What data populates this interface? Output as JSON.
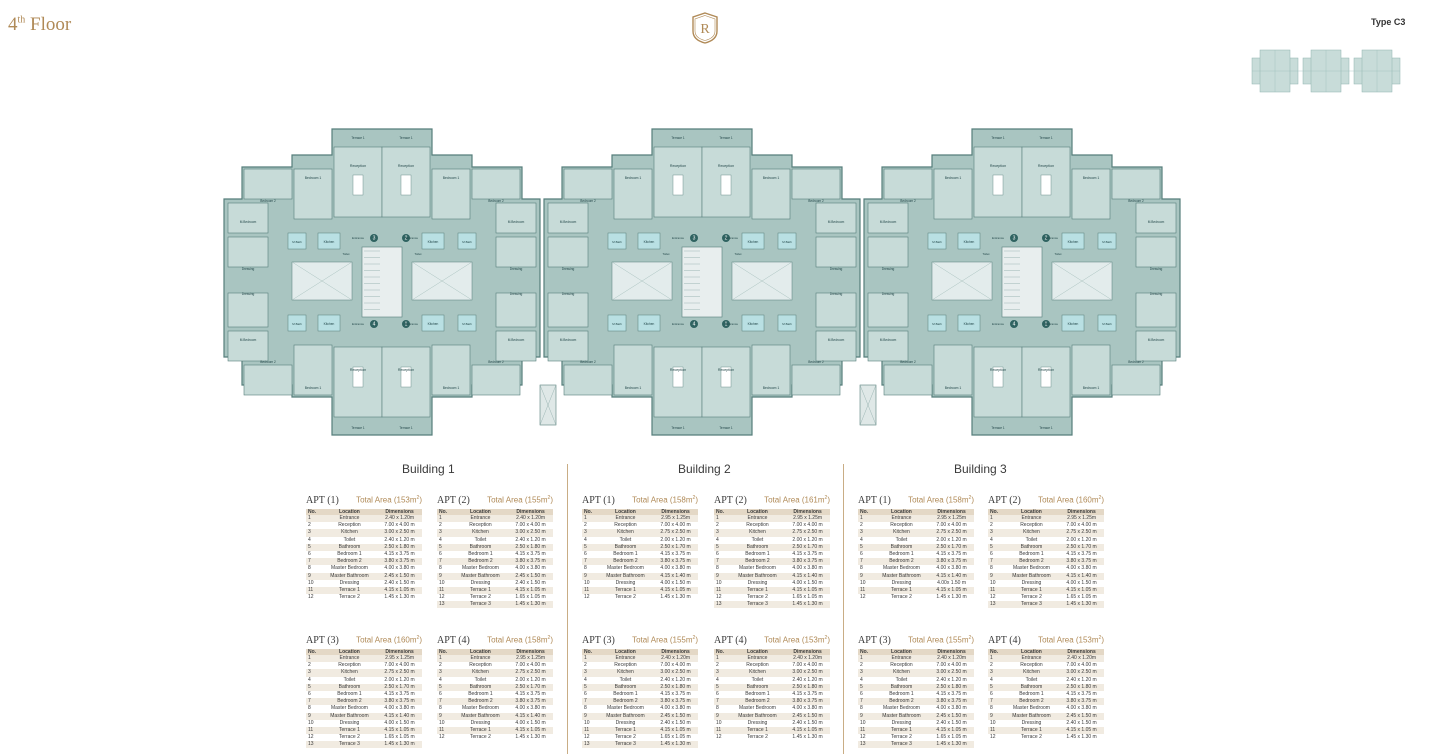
{
  "header": {
    "floor": "4",
    "floor_suffix": "th",
    "floor_word": "Floor",
    "logo_letter": "R",
    "type": "Type C3"
  },
  "buildings": [
    "Building 1",
    "Building 2",
    "Building 3"
  ],
  "plan": {
    "terrace1": "Terrace 1",
    "terrace2": "Terrace 2",
    "terrace3": "Terrace 3",
    "reception": "Reception",
    "bedroom1": "Bedroom 1",
    "bedroom2": "Bedroom 2",
    "mbed": "M.Bedroom",
    "kitchen": "Kitchen",
    "entrance": "Entrance",
    "toilet": "Toilet",
    "bathroom": "Bathroom",
    "mbath": "M.Bath",
    "dressing": "Dressing",
    "unit_numbers": [
      "1",
      "2",
      "3",
      "4"
    ]
  },
  "table_headers": {
    "no": "No.",
    "location": "Location",
    "dimensions": "Dimensions"
  },
  "apartments": [
    {
      "name": "APT (1)",
      "area": "Total Area (153m",
      "sup": "2",
      "close": ")",
      "rows": [
        [
          "1",
          "Entrance",
          "2.40 x 1.20m"
        ],
        [
          "2",
          "Reception",
          "7.00 x 4.00 m"
        ],
        [
          "3",
          "Kitchen",
          "3.00 x 2.50 m"
        ],
        [
          "4",
          "Toilet",
          "2.40 x 1.20 m"
        ],
        [
          "5",
          "Bathroom",
          "2.50 x 1.80 m"
        ],
        [
          "6",
          "Bedroom 1",
          "4.15 x 3.75 m"
        ],
        [
          "7",
          "Bedroom 2",
          "3.80 x 3.75 m"
        ],
        [
          "8",
          "Master Bedroom",
          "4.00 x 3.80 m"
        ],
        [
          "9",
          "Master Bathroom",
          "2.45 x 1.50 m"
        ],
        [
          "10",
          "Dressing",
          "2.40 x 1.50 m"
        ],
        [
          "11",
          "Terrace 1",
          "4.15 x 1.05 m"
        ],
        [
          "12",
          "Terrace 2",
          "1.45 x 1.30 m"
        ]
      ]
    },
    {
      "name": "APT (2)",
      "area": "Total Area (155m",
      "sup": "2",
      "close": ")",
      "rows": [
        [
          "1",
          "Entrance",
          "2.40 x 1.20m"
        ],
        [
          "2",
          "Reception",
          "7.00 x 4.00 m"
        ],
        [
          "3",
          "Kitchen",
          "3.00 x 2.50 m"
        ],
        [
          "4",
          "Toilet",
          "2.40 x 1.20 m"
        ],
        [
          "5",
          "Bathroom",
          "2.50 x 1.80 m"
        ],
        [
          "6",
          "Bedroom 1",
          "4.15 x 3.75 m"
        ],
        [
          "7",
          "Bedroom 2",
          "3.80 x 3.75 m"
        ],
        [
          "8",
          "Master Bedroom",
          "4.00 x 3.80 m"
        ],
        [
          "9",
          "Master Bathroom",
          "2.45 x 1.50 m"
        ],
        [
          "10",
          "Dressing",
          "2.40 x 1.50 m"
        ],
        [
          "11",
          "Terrace 1",
          "4.15 x 1.05 m"
        ],
        [
          "12",
          "Terrace 2",
          "1.65 x 1.05 m"
        ],
        [
          "13",
          "Terrace 3",
          "1.45 x 1.30 m"
        ]
      ]
    },
    {
      "name": "APT (1)",
      "area": "Total Area (158m",
      "sup": "2",
      "close": ")",
      "rows": [
        [
          "1",
          "Entrance",
          "2.95 x 1.25m"
        ],
        [
          "2",
          "Reception",
          "7.00 x 4.00 m"
        ],
        [
          "3",
          "Kitchen",
          "2.75 x 2.50 m"
        ],
        [
          "4",
          "Toilet",
          "2.00 x 1.20 m"
        ],
        [
          "5",
          "Bathroom",
          "2.50 x 1.70 m"
        ],
        [
          "6",
          "Bedroom 1",
          "4.15 x 3.75 m"
        ],
        [
          "7",
          "Bedroom 2",
          "3.80 x 3.75 m"
        ],
        [
          "8",
          "Master Bedroom",
          "4.00 x 3.80 m"
        ],
        [
          "9",
          "Master Bathroom",
          "4.15 x 1.40 m"
        ],
        [
          "10",
          "Dressing",
          "4.00 x 1.50 m"
        ],
        [
          "11",
          "Terrace 1",
          "4.15 x 1.05 m"
        ],
        [
          "12",
          "Terrace 2",
          "1.45 x 1.30 m"
        ]
      ]
    },
    {
      "name": "APT (2)",
      "area": "Total Area (161m",
      "sup": "2",
      "close": ")",
      "rows": [
        [
          "1",
          "Entrance",
          "2.95 x 1.25m"
        ],
        [
          "2",
          "Reception",
          "7.00 x 4.00 m"
        ],
        [
          "3",
          "Kitchen",
          "2.75 x 2.50 m"
        ],
        [
          "4",
          "Toilet",
          "2.00 x 1.20 m"
        ],
        [
          "5",
          "Bathroom",
          "2.50 x 1.70 m"
        ],
        [
          "6",
          "Bedroom 1",
          "4.15 x 3.75 m"
        ],
        [
          "7",
          "Bedroom 2",
          "3.80 x 3.75 m"
        ],
        [
          "8",
          "Master Bedroom",
          "4.00 x 3.80 m"
        ],
        [
          "9",
          "Master Bathroom",
          "4.15 x 1.40 m"
        ],
        [
          "10",
          "Dressing",
          "4.00 x 1.50 m"
        ],
        [
          "11",
          "Terrace 1",
          "4.15 x 1.05 m"
        ],
        [
          "12",
          "Terrace 2",
          "1.65 x 1.05 m"
        ],
        [
          "13",
          "Terrace 3",
          "1.45 x 1.30 m"
        ]
      ]
    },
    {
      "name": "APT (1)",
      "area": "Total Area (158m",
      "sup": "2",
      "close": ")",
      "rows": [
        [
          "1",
          "Entrance",
          "2.95 x 1.25m"
        ],
        [
          "2",
          "Reception",
          "7.00 x 4.00 m"
        ],
        [
          "3",
          "Kitchen",
          "2.75 x 2.50 m"
        ],
        [
          "4",
          "Toilet",
          "2.00 x 1.20 m"
        ],
        [
          "5",
          "Bathroom",
          "2.50 x 1.70 m"
        ],
        [
          "6",
          "Bedroom 1",
          "4.15 x 3.75 m"
        ],
        [
          "7",
          "Bedroom 2",
          "3.80 x 3.75 m"
        ],
        [
          "8",
          "Master Bedroom",
          "4.00 x 3.80 m"
        ],
        [
          "9",
          "Master Bathroom",
          "4.15 x 1.40 m"
        ],
        [
          "10",
          "Dressing",
          "4.00x 1.50 m"
        ],
        [
          "11",
          "Terrace 1",
          "4.15 x 1.05 m"
        ],
        [
          "12",
          "Terrace 2",
          "1.45 x 1.30 m"
        ]
      ]
    },
    {
      "name": "APT (2)",
      "area": "Total Area (160m",
      "sup": "2",
      "close": ")",
      "rows": [
        [
          "1",
          "Entrance",
          "2.95 x 1.25m"
        ],
        [
          "2",
          "Reception",
          "7.00 x 4.00 m"
        ],
        [
          "3",
          "Kitchen",
          "2.75 x 2.50 m"
        ],
        [
          "4",
          "Toilet",
          "2.00 x 1.20 m"
        ],
        [
          "5",
          "Bathroom",
          "2.50 x 1.70 m"
        ],
        [
          "6",
          "Bedroom 1",
          "4.15 x 3.75 m"
        ],
        [
          "7",
          "Bedroom 2",
          "3.80 x 3.75 m"
        ],
        [
          "8",
          "Master Bedroom",
          "4.00 x 3.80 m"
        ],
        [
          "9",
          "Master Bathroom",
          "4.15 x 1.40 m"
        ],
        [
          "10",
          "Dressing",
          "4.00 x 1.50 m"
        ],
        [
          "11",
          "Terrace 1",
          "4.15 x 1.05 m"
        ],
        [
          "12",
          "Terrace 2",
          "1.65 x 1.05 m"
        ],
        [
          "13",
          "Terrace 3",
          "1.45 x 1.30 m"
        ]
      ]
    },
    {
      "name": "APT (3)",
      "area": "Total Area (160m",
      "sup": "2",
      "close": ")",
      "rows": [
        [
          "1",
          "Entrance",
          "2.95 x 1.25m"
        ],
        [
          "2",
          "Reception",
          "7.00 x 4.00 m"
        ],
        [
          "3",
          "Kitchen",
          "2.75 x 2.50 m"
        ],
        [
          "4",
          "Toilet",
          "2.00 x 1.20 m"
        ],
        [
          "5",
          "Bathroom",
          "2.50 x 1.70 m"
        ],
        [
          "6",
          "Bedroom 1",
          "4.15 x 3.75 m"
        ],
        [
          "7",
          "Bedroom 2",
          "3.80 x 3.75 m"
        ],
        [
          "8",
          "Master Bedroom",
          "4.00 x 3.80 m"
        ],
        [
          "9",
          "Master Bathroom",
          "4.15 x 1.40 m"
        ],
        [
          "10",
          "Dressing",
          "4.00 x 1.50 m"
        ],
        [
          "11",
          "Terrace 1",
          "4.15 x 1.05 m"
        ],
        [
          "12",
          "Terrace 2",
          "1.65 x 1.05 m"
        ],
        [
          "13",
          "Terrace 3",
          "1.45 x 1.30 m"
        ]
      ]
    },
    {
      "name": "APT (4)",
      "area": "Total Area (158m",
      "sup": "2",
      "close": ")",
      "rows": [
        [
          "1",
          "Entrance",
          "2.95 x 1.25m"
        ],
        [
          "2",
          "Reception",
          "7.00 x 4.00 m"
        ],
        [
          "3",
          "Kitchen",
          "2.75 x 2.50 m"
        ],
        [
          "4",
          "Toilet",
          "2.00 x 1.20 m"
        ],
        [
          "5",
          "Bathroom",
          "2.50 x 1.70 m"
        ],
        [
          "6",
          "Bedroom 1",
          "4.15 x 3.75 m"
        ],
        [
          "7",
          "Bedroom 2",
          "3.80 x 3.75 m"
        ],
        [
          "8",
          "Master Bedroom",
          "4.00 x 3.80 m"
        ],
        [
          "9",
          "Master Bathroom",
          "4.15 x 1.40 m"
        ],
        [
          "10",
          "Dressing",
          "4.00 x 1.50 m"
        ],
        [
          "11",
          "Terrace 1",
          "4.15 x 1.05 m"
        ],
        [
          "12",
          "Terrace 2",
          "1.45 x 1.30 m"
        ]
      ]
    },
    {
      "name": "APT (3)",
      "area": "Total Area (155m",
      "sup": "2",
      "close": ")",
      "rows": [
        [
          "1",
          "Entrance",
          "2.40 x 1.20m"
        ],
        [
          "2",
          "Reception",
          "7.00 x 4.00 m"
        ],
        [
          "3",
          "Kitchen",
          "3.00 x 2.50 m"
        ],
        [
          "4",
          "Toilet",
          "2.40 x 1.20 m"
        ],
        [
          "5",
          "Bathroom",
          "2.50 x 1.80 m"
        ],
        [
          "6",
          "Bedroom 1",
          "4.15 x 3.75 m"
        ],
        [
          "7",
          "Bedroom 2",
          "3.80 x 3.75 m"
        ],
        [
          "8",
          "Master Bedroom",
          "4.00 x 3.80 m"
        ],
        [
          "9",
          "Master Bathroom",
          "2.45 x 1.50 m"
        ],
        [
          "10",
          "Dressing",
          "2.40 x 1.50 m"
        ],
        [
          "11",
          "Terrace 1",
          "4.15 x 1.05 m"
        ],
        [
          "12",
          "Terrace 2",
          "1.65 x 1.05 m"
        ],
        [
          "13",
          "Terrace 3",
          "1.45 x 1.30 m"
        ]
      ]
    },
    {
      "name": "APT (4)",
      "area": "Total Area (153m",
      "sup": "2",
      "close": ")",
      "rows": [
        [
          "1",
          "Entrance",
          "2.40 x 1.20m"
        ],
        [
          "2",
          "Reception",
          "7.00 x 4.00 m"
        ],
        [
          "3",
          "Kitchen",
          "3.00 x 2.50 m"
        ],
        [
          "4",
          "Toilet",
          "2.40 x 1.20 m"
        ],
        [
          "5",
          "Bathroom",
          "2.50 x 1.80 m"
        ],
        [
          "6",
          "Bedroom 1",
          "4.15 x 3.75 m"
        ],
        [
          "7",
          "Bedroom 2",
          "3.80 x 3.75 m"
        ],
        [
          "8",
          "Master Bedroom",
          "4.00 x 3.80 m"
        ],
        [
          "9",
          "Master Bathroom",
          "2.45 x 1.50 m"
        ],
        [
          "10",
          "Dressing",
          "2.40 x 1.50 m"
        ],
        [
          "11",
          "Terrace 1",
          "4.15 x 1.05 m"
        ],
        [
          "12",
          "Terrace 2",
          "1.45 x 1.30 m"
        ]
      ]
    },
    {
      "name": "APT (3)",
      "area": "Total Area (155m",
      "sup": "2",
      "close": ")",
      "rows": [
        [
          "1",
          "Entrance",
          "2.40 x 1.20m"
        ],
        [
          "2",
          "Reception",
          "7.00 x 4.00 m"
        ],
        [
          "3",
          "Kitchen",
          "3.00 x 2.50 m"
        ],
        [
          "4",
          "Toilet",
          "2.40 x 1.20 m"
        ],
        [
          "5",
          "Bathroom",
          "2.50 x 1.80 m"
        ],
        [
          "6",
          "Bedroom 1",
          "4.15 x 3.75 m"
        ],
        [
          "7",
          "Bedroom 2",
          "3.80 x 3.75 m"
        ],
        [
          "8",
          "Master Bedroom",
          "4.00 x 3.80 m"
        ],
        [
          "9",
          "Master Bathroom",
          "2.45 x 1.50 m"
        ],
        [
          "10",
          "Dressing",
          "2.40 x 1.50 m"
        ],
        [
          "11",
          "Terrace 1",
          "4.15 x 1.05 m"
        ],
        [
          "12",
          "Terrace 2",
          "1.65 x 1.05 m"
        ],
        [
          "13",
          "Terrace 3",
          "1.45 x 1.30 m"
        ]
      ]
    },
    {
      "name": "APT (4)",
      "area": "Total Area (153m",
      "sup": "2",
      "close": ")",
      "rows": [
        [
          "1",
          "Entrance",
          "2.40 x 1.20m"
        ],
        [
          "2",
          "Reception",
          "7.00 x 4.00 m"
        ],
        [
          "3",
          "Kitchen",
          "3.00 x 2.50 m"
        ],
        [
          "4",
          "Toilet",
          "2.40 x 1.20 m"
        ],
        [
          "5",
          "Bathroom",
          "2.50 x 1.80 m"
        ],
        [
          "6",
          "Bedroom 1",
          "4.15 x 3.75 m"
        ],
        [
          "7",
          "Bedroom 2",
          "3.80 x 3.75 m"
        ],
        [
          "8",
          "Master Bedroom",
          "4.00 x 3.80 m"
        ],
        [
          "9",
          "Master Bathroom",
          "2.45 x 1.50 m"
        ],
        [
          "10",
          "Dressing",
          "2.40 x 1.50 m"
        ],
        [
          "11",
          "Terrace 1",
          "4.15 x 1.05 m"
        ],
        [
          "12",
          "Terrace 2",
          "1.45 x 1.30 m"
        ]
      ]
    }
  ]
}
